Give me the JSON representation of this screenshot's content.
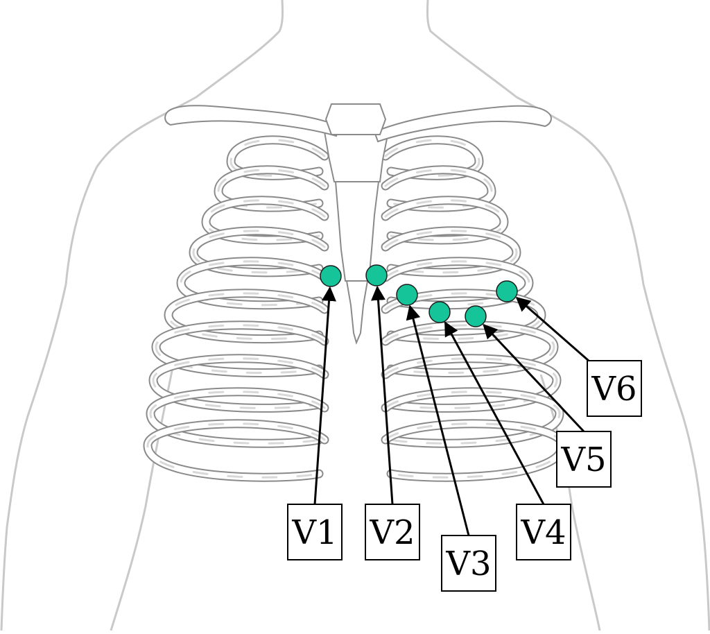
{
  "colors": {
    "electrode": "#16c49a",
    "outline": "#c9c9c9",
    "bone_fill": "#ffffff",
    "bone_shade": "#d8d8d8",
    "bone_stroke": "#8a8a8a",
    "label_text": "#000000",
    "arrow": "#000000"
  },
  "leads": [
    {
      "label": "V1"
    },
    {
      "label": "V2"
    },
    {
      "label": "V3"
    },
    {
      "label": "V4"
    },
    {
      "label": "V5"
    },
    {
      "label": "V6"
    }
  ]
}
